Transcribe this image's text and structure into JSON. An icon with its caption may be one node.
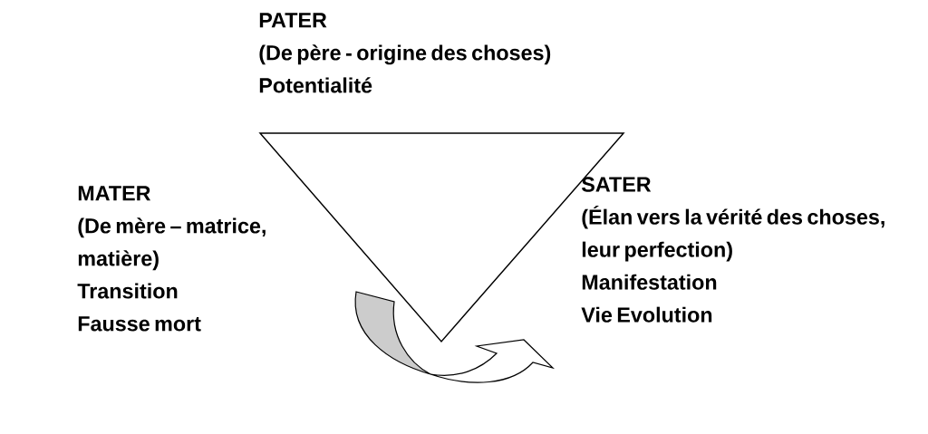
{
  "diagram": {
    "nodes": [
      {
        "text": [
          "PATER",
          "(De père - origine des choses)",
          "Potentialité"
        ]
      },
      {
        "text": [
          "MATER",
          "(De mère – matrice, matière)",
          "Transition",
          "Fausse mort"
        ]
      },
      {
        "text": [
          "SATER",
          "(Élan vers la vérité des choses, leur perfection)",
          "Manifestation",
          "Vie Evolution"
        ]
      },
      {
        "text": [],
        "shape": "triangle"
      }
    ],
    "edges": []
  }
}
